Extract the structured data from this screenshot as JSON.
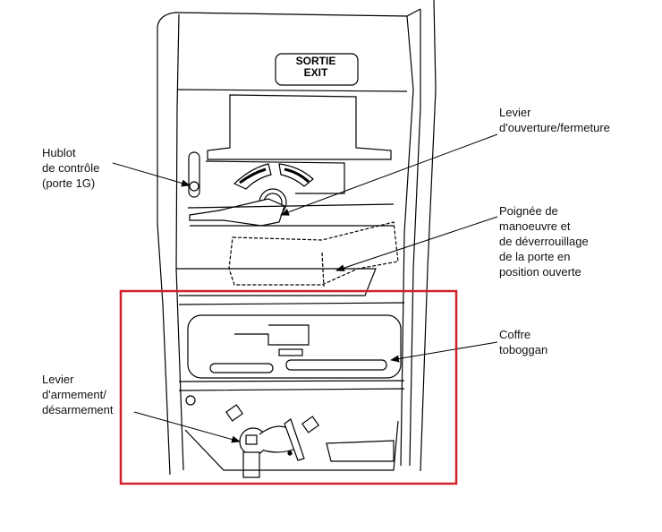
{
  "sign": {
    "line1": "SORTIE",
    "line2": "EXIT"
  },
  "callouts": {
    "hublot": [
      "Hublot",
      "de contrôle",
      "(porte 1G)"
    ],
    "levier_ouverture": [
      "Levier",
      "d'ouverture/fermeture"
    ],
    "poignee": [
      "Poignée de",
      "manoeuvre et",
      "de déverrouillage",
      "de la porte en",
      "position ouverte"
    ],
    "coffre": [
      "Coffre",
      "toboggan"
    ],
    "levier_armement": [
      "Levier",
      "d'armement/",
      "désarmement"
    ]
  },
  "highlight_color": "#d0202a"
}
